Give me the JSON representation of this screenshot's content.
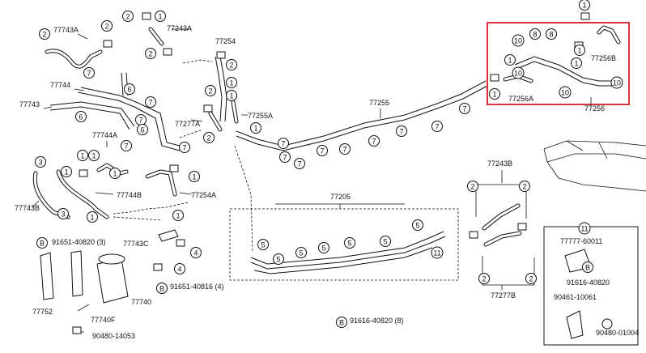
{
  "diagram": {
    "part_labels": [
      {
        "id": "p77743A",
        "text": "77743A"
      },
      {
        "id": "p77243A",
        "text": "77243A"
      },
      {
        "id": "p77254",
        "text": "77254"
      },
      {
        "id": "p77744",
        "text": "77744"
      },
      {
        "id": "p77743",
        "text": "77743"
      },
      {
        "id": "p77744A",
        "text": "77744A"
      },
      {
        "id": "p77277A",
        "text": "77277A"
      },
      {
        "id": "p77255A",
        "text": "77255A"
      },
      {
        "id": "p77255",
        "text": "77255"
      },
      {
        "id": "p77256A",
        "text": "77256A"
      },
      {
        "id": "p77256",
        "text": "77256"
      },
      {
        "id": "p77256B",
        "text": "77256B"
      },
      {
        "id": "p77743B",
        "text": "77743B"
      },
      {
        "id": "p77744B",
        "text": "77744B"
      },
      {
        "id": "p77254A",
        "text": "77254A"
      },
      {
        "id": "p77205",
        "text": "77205"
      },
      {
        "id": "p77243B",
        "text": "77243B"
      },
      {
        "id": "p77277B",
        "text": "77277B"
      },
      {
        "id": "p91651a",
        "text": "91651-40820 (3)"
      },
      {
        "id": "p77743C",
        "text": "77743C"
      },
      {
        "id": "p91651b",
        "text": "91651-40816 (4)"
      },
      {
        "id": "p77740",
        "text": "77740"
      },
      {
        "id": "p77752",
        "text": "77752"
      },
      {
        "id": "p77740F",
        "text": "77740F"
      },
      {
        "id": "p90480a",
        "text": "90480-14053"
      },
      {
        "id": "p91616a",
        "text": "91616-40820 (8)"
      },
      {
        "id": "p77777",
        "text": "77777-60011"
      },
      {
        "id": "p91616b",
        "text": "91616-40820"
      },
      {
        "id": "p90461",
        "text": "90461-10061"
      },
      {
        "id": "p90480b",
        "text": "90480-01004"
      }
    ],
    "callouts": [
      {
        "id": "c1",
        "text": "1"
      },
      {
        "id": "c2",
        "text": "2"
      },
      {
        "id": "c3",
        "text": "3"
      },
      {
        "id": "c4",
        "text": "4"
      },
      {
        "id": "c5",
        "text": "5"
      },
      {
        "id": "c6",
        "text": "6"
      },
      {
        "id": "c7",
        "text": "7"
      },
      {
        "id": "c8",
        "text": "8"
      },
      {
        "id": "c10",
        "text": "10"
      },
      {
        "id": "c11",
        "text": "11"
      },
      {
        "id": "cB",
        "text": "B"
      }
    ]
  }
}
